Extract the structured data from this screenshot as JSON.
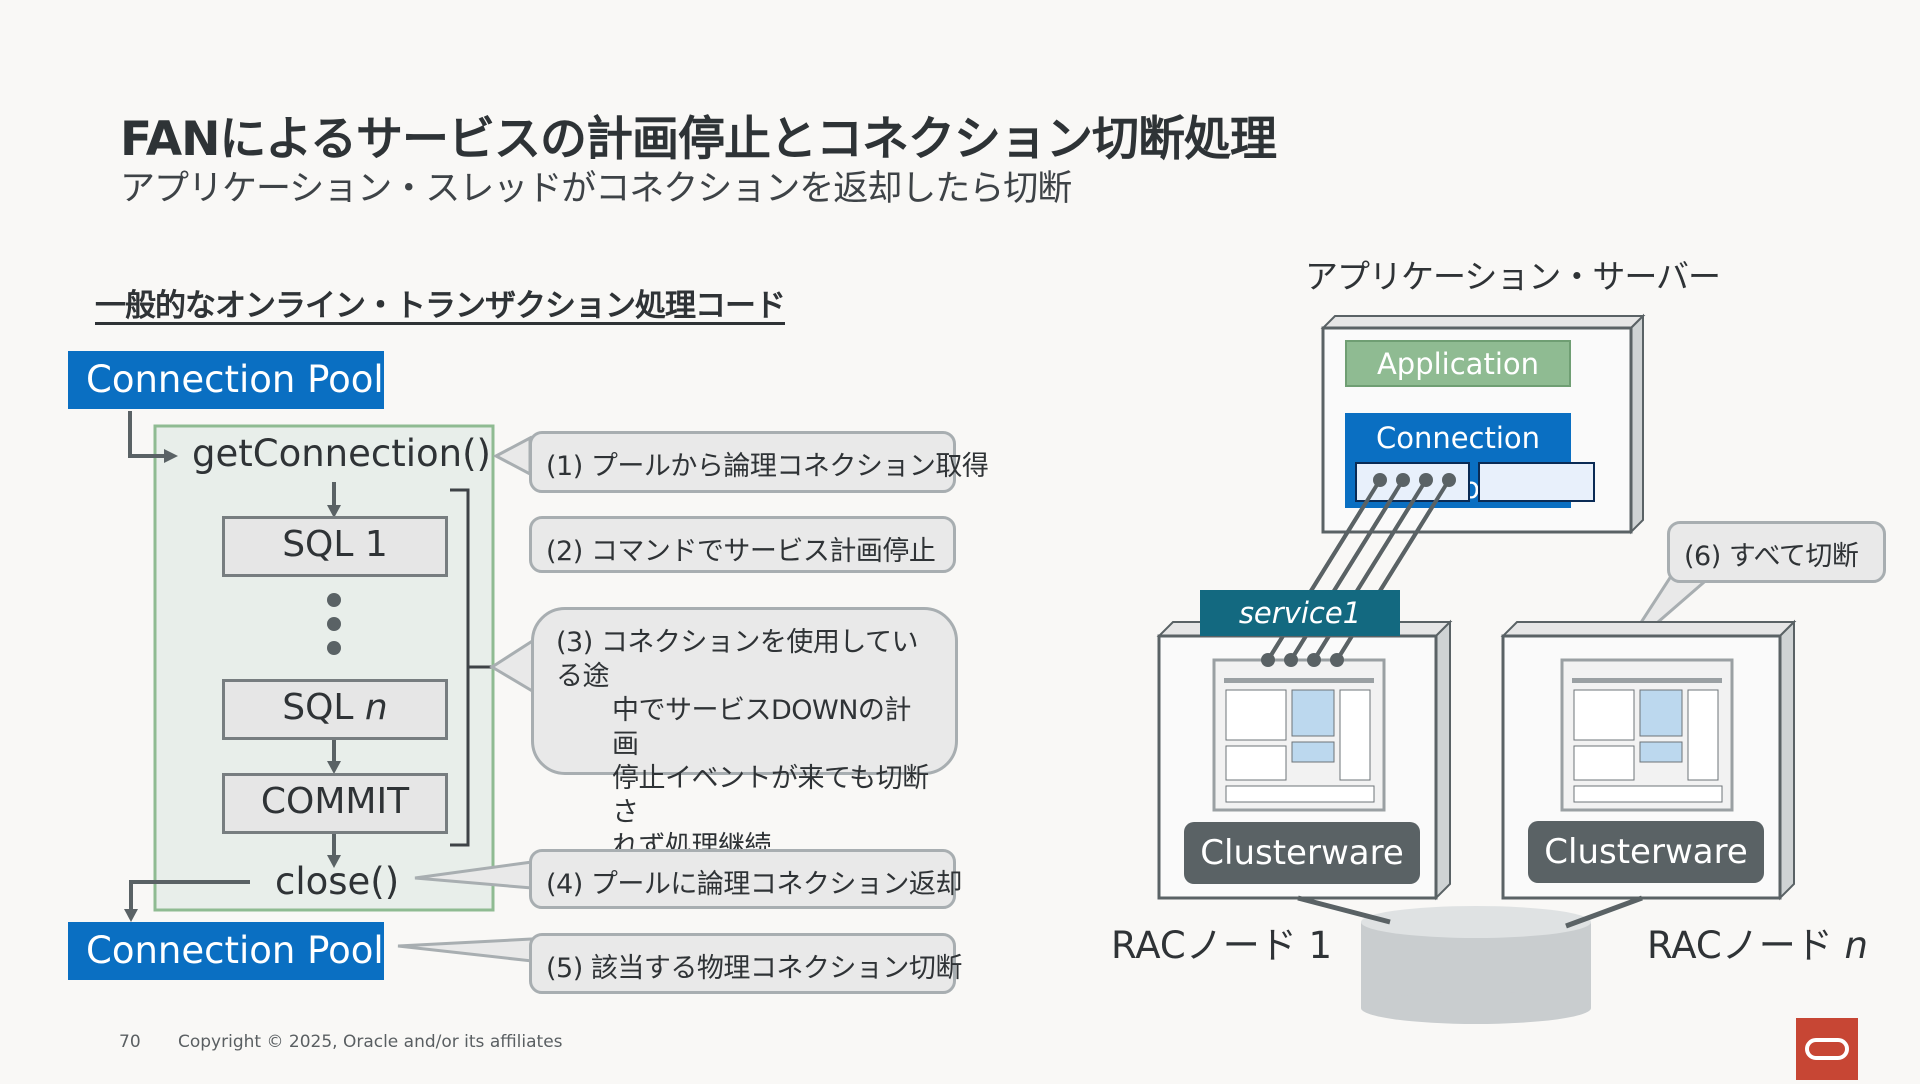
{
  "header": {
    "title": "FANによるサービスの計画停止とコネクション切断処理",
    "subtitle": "アプリケーション・スレッドがコネクションを返却したら切断"
  },
  "left": {
    "section_heading": "一般的なオンライン・トランザクション処理コード",
    "pool_top": "Connection Pool",
    "pool_bottom": "Connection Pool",
    "get_connection": "getConnection()",
    "sql1": "SQL 1",
    "sqln_prefix": "SQL ",
    "sqln_var": "n",
    "commit": "COMMIT",
    "close": "close()"
  },
  "callouts": {
    "c1": "(1) プールから論理コネクション取得",
    "c2": "(2) コマンドでサービス計画停止",
    "c3_line1": "(3) コネクションを使用している途",
    "c3_line2": "中でサービスDOWNの計画",
    "c3_line3": "停止イベントが来ても切断さ",
    "c3_line4": "れず処理継続",
    "c4": "(4) プールに論理コネクション返却",
    "c5": "(5) 該当する物理コネクション切断",
    "c6": "(6) すべて切断"
  },
  "right": {
    "server_title": "アプリケーション・サーバー",
    "application": "Application",
    "connection_pool": "Connection Pool",
    "service": "service1",
    "clusterware_1": "Clusterware",
    "clusterware_n": "Clusterware",
    "node1_label": "RACノード 1",
    "noden_prefix": "RACノード ",
    "noden_var": "n"
  },
  "footer": {
    "page_number": "70",
    "copyright": "Copyright © 2025, Oracle and/or its affiliates"
  },
  "colors": {
    "pool_blue": "#0a6fc2",
    "app_green": "#8fbb92",
    "service_teal": "#136980",
    "clusterware_gray": "#5a6265",
    "oracle_red": "#c74634"
  }
}
